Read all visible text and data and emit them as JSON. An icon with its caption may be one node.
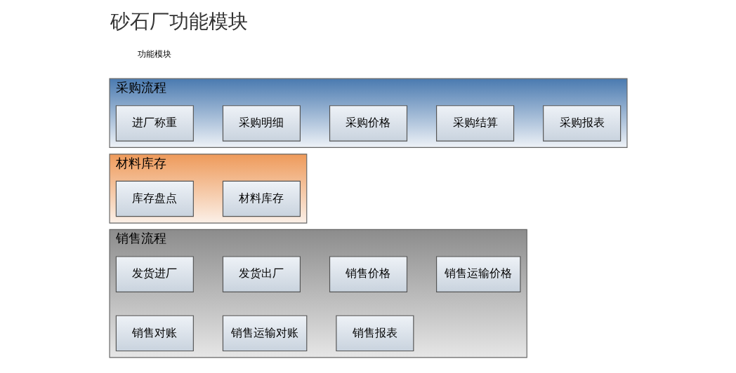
{
  "diagram": {
    "title": "砂石厂功能模块",
    "nodes": [
      {
        "text": [
          "采购流程"
        ]
      },
      {
        "text": [
          "进厂称重"
        ],
        "in": 0
      },
      {
        "text": [
          "采购明细"
        ],
        "in": 0
      },
      {
        "text": [
          "采购价格"
        ],
        "in": 0
      },
      {
        "text": [
          "采购结算"
        ],
        "in": 0
      },
      {
        "text": [
          "采购报表"
        ],
        "in": 0
      },
      {
        "text": [
          "材料库存"
        ]
      },
      {
        "text": [
          "库存盘点"
        ],
        "in": 6
      },
      {
        "text": [
          "材料库存"
        ],
        "in": 6
      },
      {
        "text": [
          "销售流程"
        ]
      },
      {
        "text": [
          "发货进厂"
        ],
        "in": 9
      },
      {
        "text": [
          "发货出厂"
        ],
        "in": 9
      },
      {
        "text": [
          "销售价格"
        ],
        "in": 9
      },
      {
        "text": [
          "销售运输价格"
        ],
        "in": 9
      },
      {
        "text": [
          "销售对账"
        ],
        "in": 9
      },
      {
        "text": [
          "销售运输对账"
        ],
        "in": 9
      },
      {
        "text": [
          "销售报表"
        ],
        "in": 9
      }
    ],
    "edges": [],
    "labels": [
      "功能模块"
    ]
  }
}
